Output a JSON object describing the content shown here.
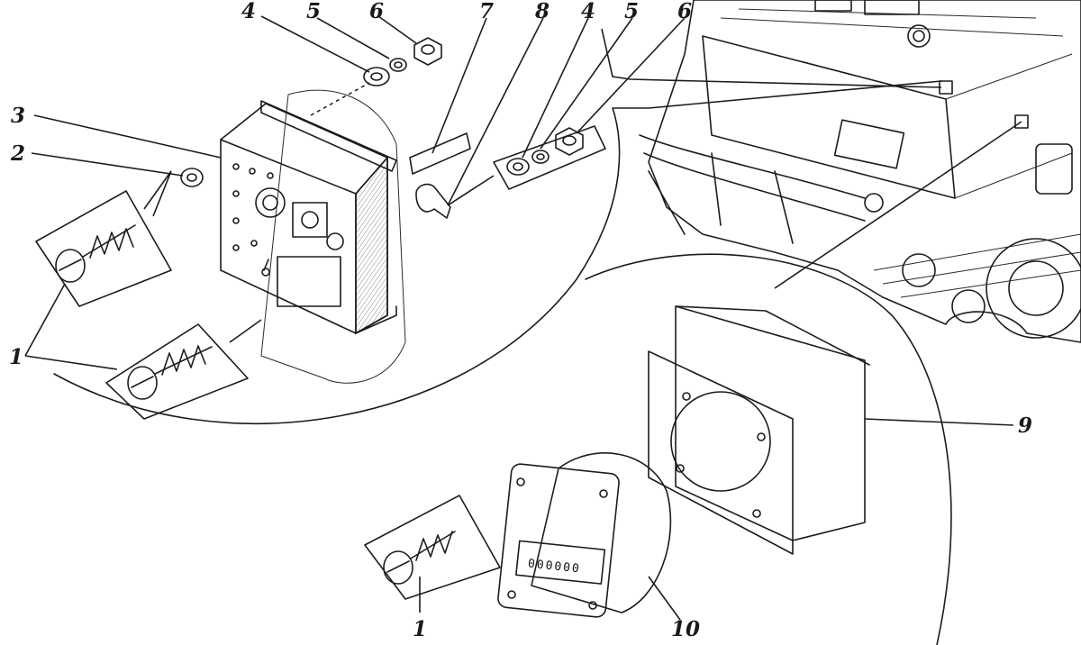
{
  "diagram": {
    "callouts": {
      "c1a": "1",
      "c1b": "1",
      "c2": "2",
      "c3": "3",
      "c4a": "4",
      "c5a": "5",
      "c6a": "6",
      "c7": "7",
      "c8": "8",
      "c4b": "4",
      "c5b": "5",
      "c6b": "6",
      "c9": "9",
      "c10": "10"
    },
    "counter_digits": "000000",
    "colors": {
      "ink": "#1c1c1c",
      "shade": "#8a8a8a",
      "background": "#ffffff"
    }
  }
}
